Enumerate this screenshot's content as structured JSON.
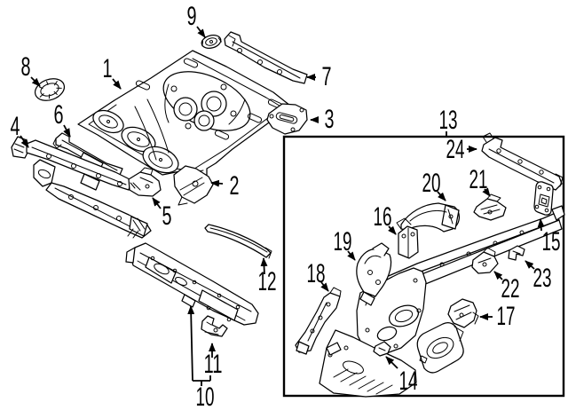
{
  "diagram": {
    "background_color": "#ffffff",
    "line_color": "#000000",
    "callouts": [
      {
        "num": "1"
      },
      {
        "num": "2"
      },
      {
        "num": "3"
      },
      {
        "num": "4"
      },
      {
        "num": "5"
      },
      {
        "num": "6"
      },
      {
        "num": "7"
      },
      {
        "num": "8"
      },
      {
        "num": "9"
      },
      {
        "num": "10"
      },
      {
        "num": "11"
      },
      {
        "num": "12"
      },
      {
        "num": "13"
      },
      {
        "num": "14"
      },
      {
        "num": "15"
      },
      {
        "num": "16"
      },
      {
        "num": "17"
      },
      {
        "num": "18"
      },
      {
        "num": "19"
      },
      {
        "num": "20"
      },
      {
        "num": "21"
      },
      {
        "num": "22"
      },
      {
        "num": "23"
      },
      {
        "num": "24"
      }
    ]
  }
}
